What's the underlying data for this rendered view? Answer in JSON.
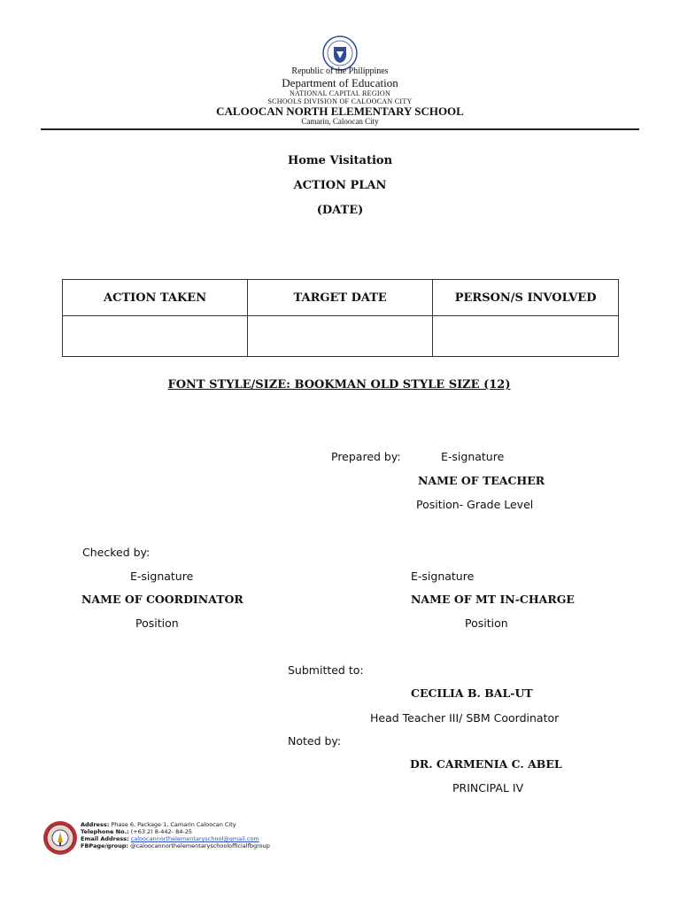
{
  "letterhead": {
    "republic": "Republic of the Philippines",
    "department": "Department of Education",
    "region": "National Capital Region",
    "division": "Schools Division of Caloocan City",
    "school": "CALOOCAN NORTH ELEMENTARY SCHOOL",
    "location": "Camarin, Caloocan City"
  },
  "titles": {
    "line1": "Home Visitation",
    "line2": "ACTION PLAN",
    "line3": "(DATE)"
  },
  "table": {
    "headers": [
      "ACTION TAKEN",
      "TARGET DATE",
      "PERSON/S INVOLVED"
    ],
    "rows": [
      [
        "",
        "",
        ""
      ]
    ]
  },
  "font_note": "FONT STYLE/SIZE: BOOKMAN OLD STYLE SIZE (12)",
  "prepared": {
    "label": "Prepared by:",
    "esig": "E-signature",
    "name": "NAME OF TEACHER",
    "position": "Position- Grade Level"
  },
  "checked": {
    "label": "Checked by:",
    "left": {
      "esig": "E-signature",
      "name": "NAME OF COORDINATOR",
      "position": "Position"
    },
    "right": {
      "esig": "E-signature",
      "name": "NAME OF MT IN-CHARGE",
      "position": "Position"
    }
  },
  "submitted": {
    "label": "Submitted to:",
    "name": "CECILIA B. BAL-UT",
    "position": "Head Teacher III/ SBM Coordinator"
  },
  "noted": {
    "label": "Noted by:",
    "name": "DR. CARMENIA C. ABEL",
    "position": "PRINCIPAL IV"
  },
  "footer": {
    "address_label": "Address:",
    "address": "Phase 6, Package 1, Camarin Caloocan City",
    "telephone_label": "Telephone No.:",
    "telephone": "(+63 2) 8-442- 84-25",
    "email_label": "Email Address:",
    "email": "caloocannorthelementaryschool@gmail.com",
    "fb_label": "FBPage/group:",
    "fb": "@caloocannorthelementaryschoolofficialfbgroup"
  },
  "colors": {
    "seal_blue": "#2f4b9a",
    "footer_logo_red": "#b8323c",
    "link": "#2a50c8"
  }
}
